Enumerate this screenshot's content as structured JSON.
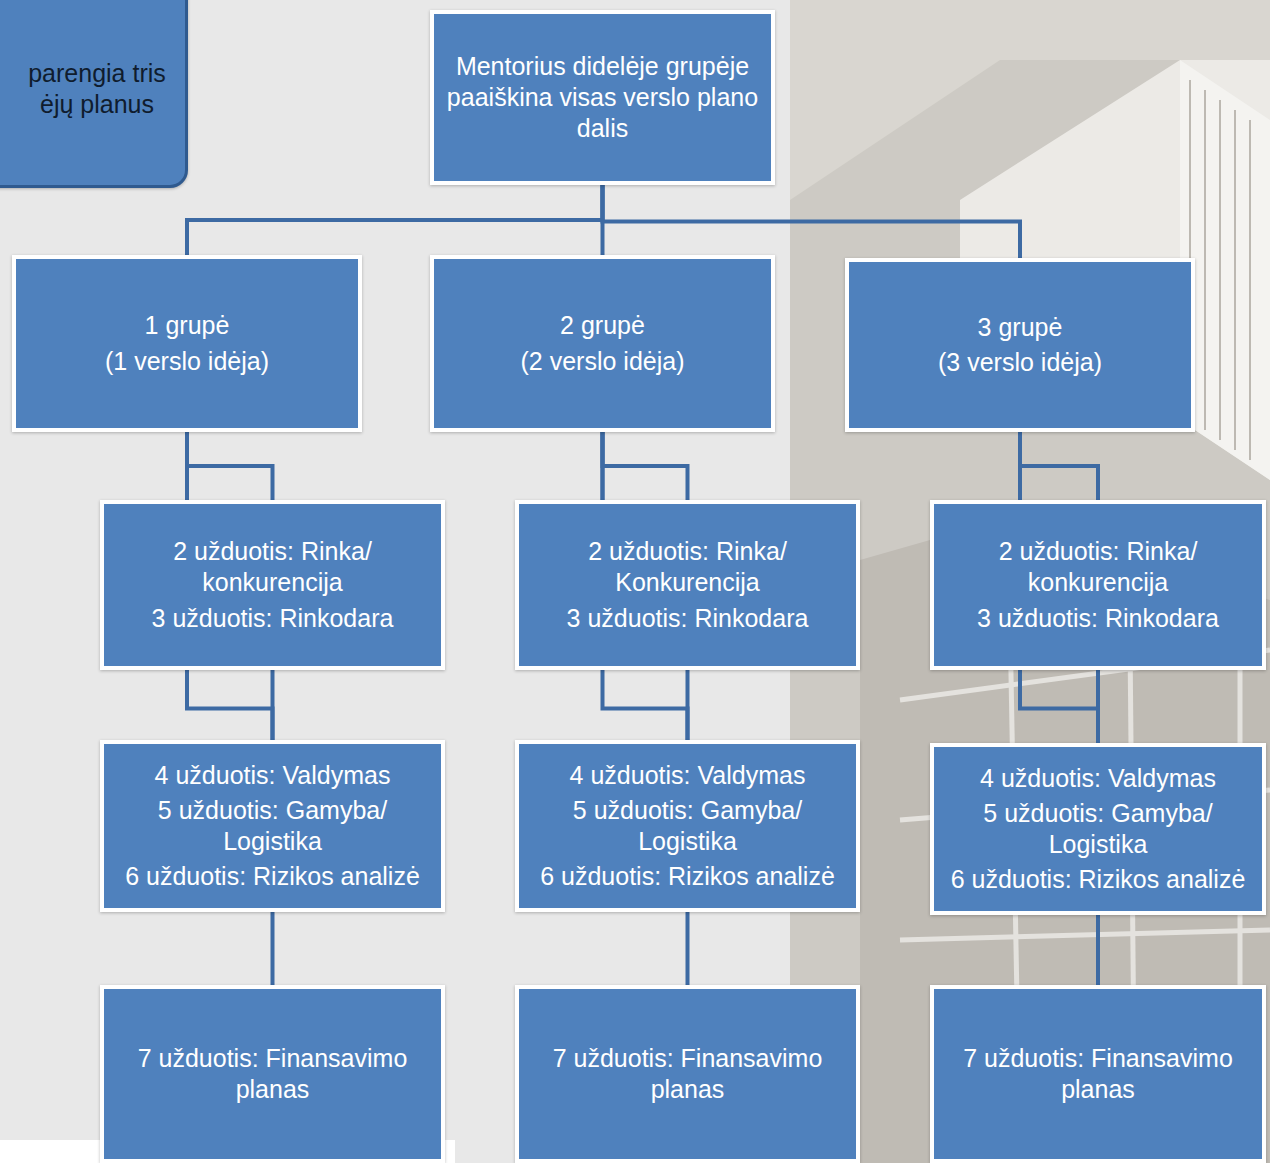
{
  "diagram": {
    "nodes": [
      {
        "text": [
          "parengia tris ėjų planus"
        ]
      },
      {
        "text": [
          "Mentorius didelėje grupėje paaiškina visas verslo plano dalis"
        ]
      },
      {
        "text": [
          "1 grupė",
          "(1 verslo idėja)"
        ]
      },
      {
        "text": [
          "2 grupė",
          "(2 verslo idėja)"
        ]
      },
      {
        "text": [
          "3 grupė",
          "(3 verslo idėja)"
        ]
      },
      {
        "text": [
          "2 užduotis: Rinka/ konkurencija",
          "3 užduotis: Rinkodara"
        ]
      },
      {
        "text": [
          "2 užduotis: Rinka/ Konkurencija",
          "3 užduotis: Rinkodara"
        ]
      },
      {
        "text": [
          "2 užduotis: Rinka/ konkurencija",
          "3 užduotis: Rinkodara"
        ]
      },
      {
        "text": [
          "4 užduotis: Valdymas",
          "5 užduotis: Gamyba/ Logistika",
          "6 užduotis: Rizikos analizė"
        ]
      },
      {
        "text": [
          "4 užduotis: Valdymas",
          "5 užduotis: Gamyba/ Logistika",
          "6 užduotis: Rizikos analizė"
        ]
      },
      {
        "text": [
          "4 užduotis: Valdymas",
          "5 užduotis: Gamyba/ Logistika",
          "6 užduotis: Rizikos analizė"
        ]
      },
      {
        "text": [
          "7 užduotis: Finansavimo planas"
        ]
      },
      {
        "text": [
          "7 užduotis: Finansavimo planas"
        ]
      },
      {
        "text": [
          "7 užduotis: Finansavimo planas"
        ]
      }
    ],
    "edges": [
      {
        "from": 1,
        "to": 2,
        "arrow": "none"
      },
      {
        "from": 1,
        "to": 3,
        "arrow": "none"
      },
      {
        "from": 1,
        "to": 4,
        "arrow": "none"
      },
      {
        "from": 2,
        "to": 5,
        "arrow": "none"
      },
      {
        "from": 2,
        "to": 8,
        "arrow": "none"
      },
      {
        "from": 2,
        "to": 11,
        "arrow": "none"
      },
      {
        "from": 3,
        "to": 6,
        "arrow": "none"
      },
      {
        "from": 3,
        "to": 9,
        "arrow": "none"
      },
      {
        "from": 3,
        "to": 12,
        "arrow": "none"
      },
      {
        "from": 4,
        "to": 7,
        "arrow": "none"
      },
      {
        "from": 4,
        "to": 10,
        "arrow": "none"
      },
      {
        "from": 4,
        "to": 13,
        "arrow": "none"
      }
    ]
  }
}
